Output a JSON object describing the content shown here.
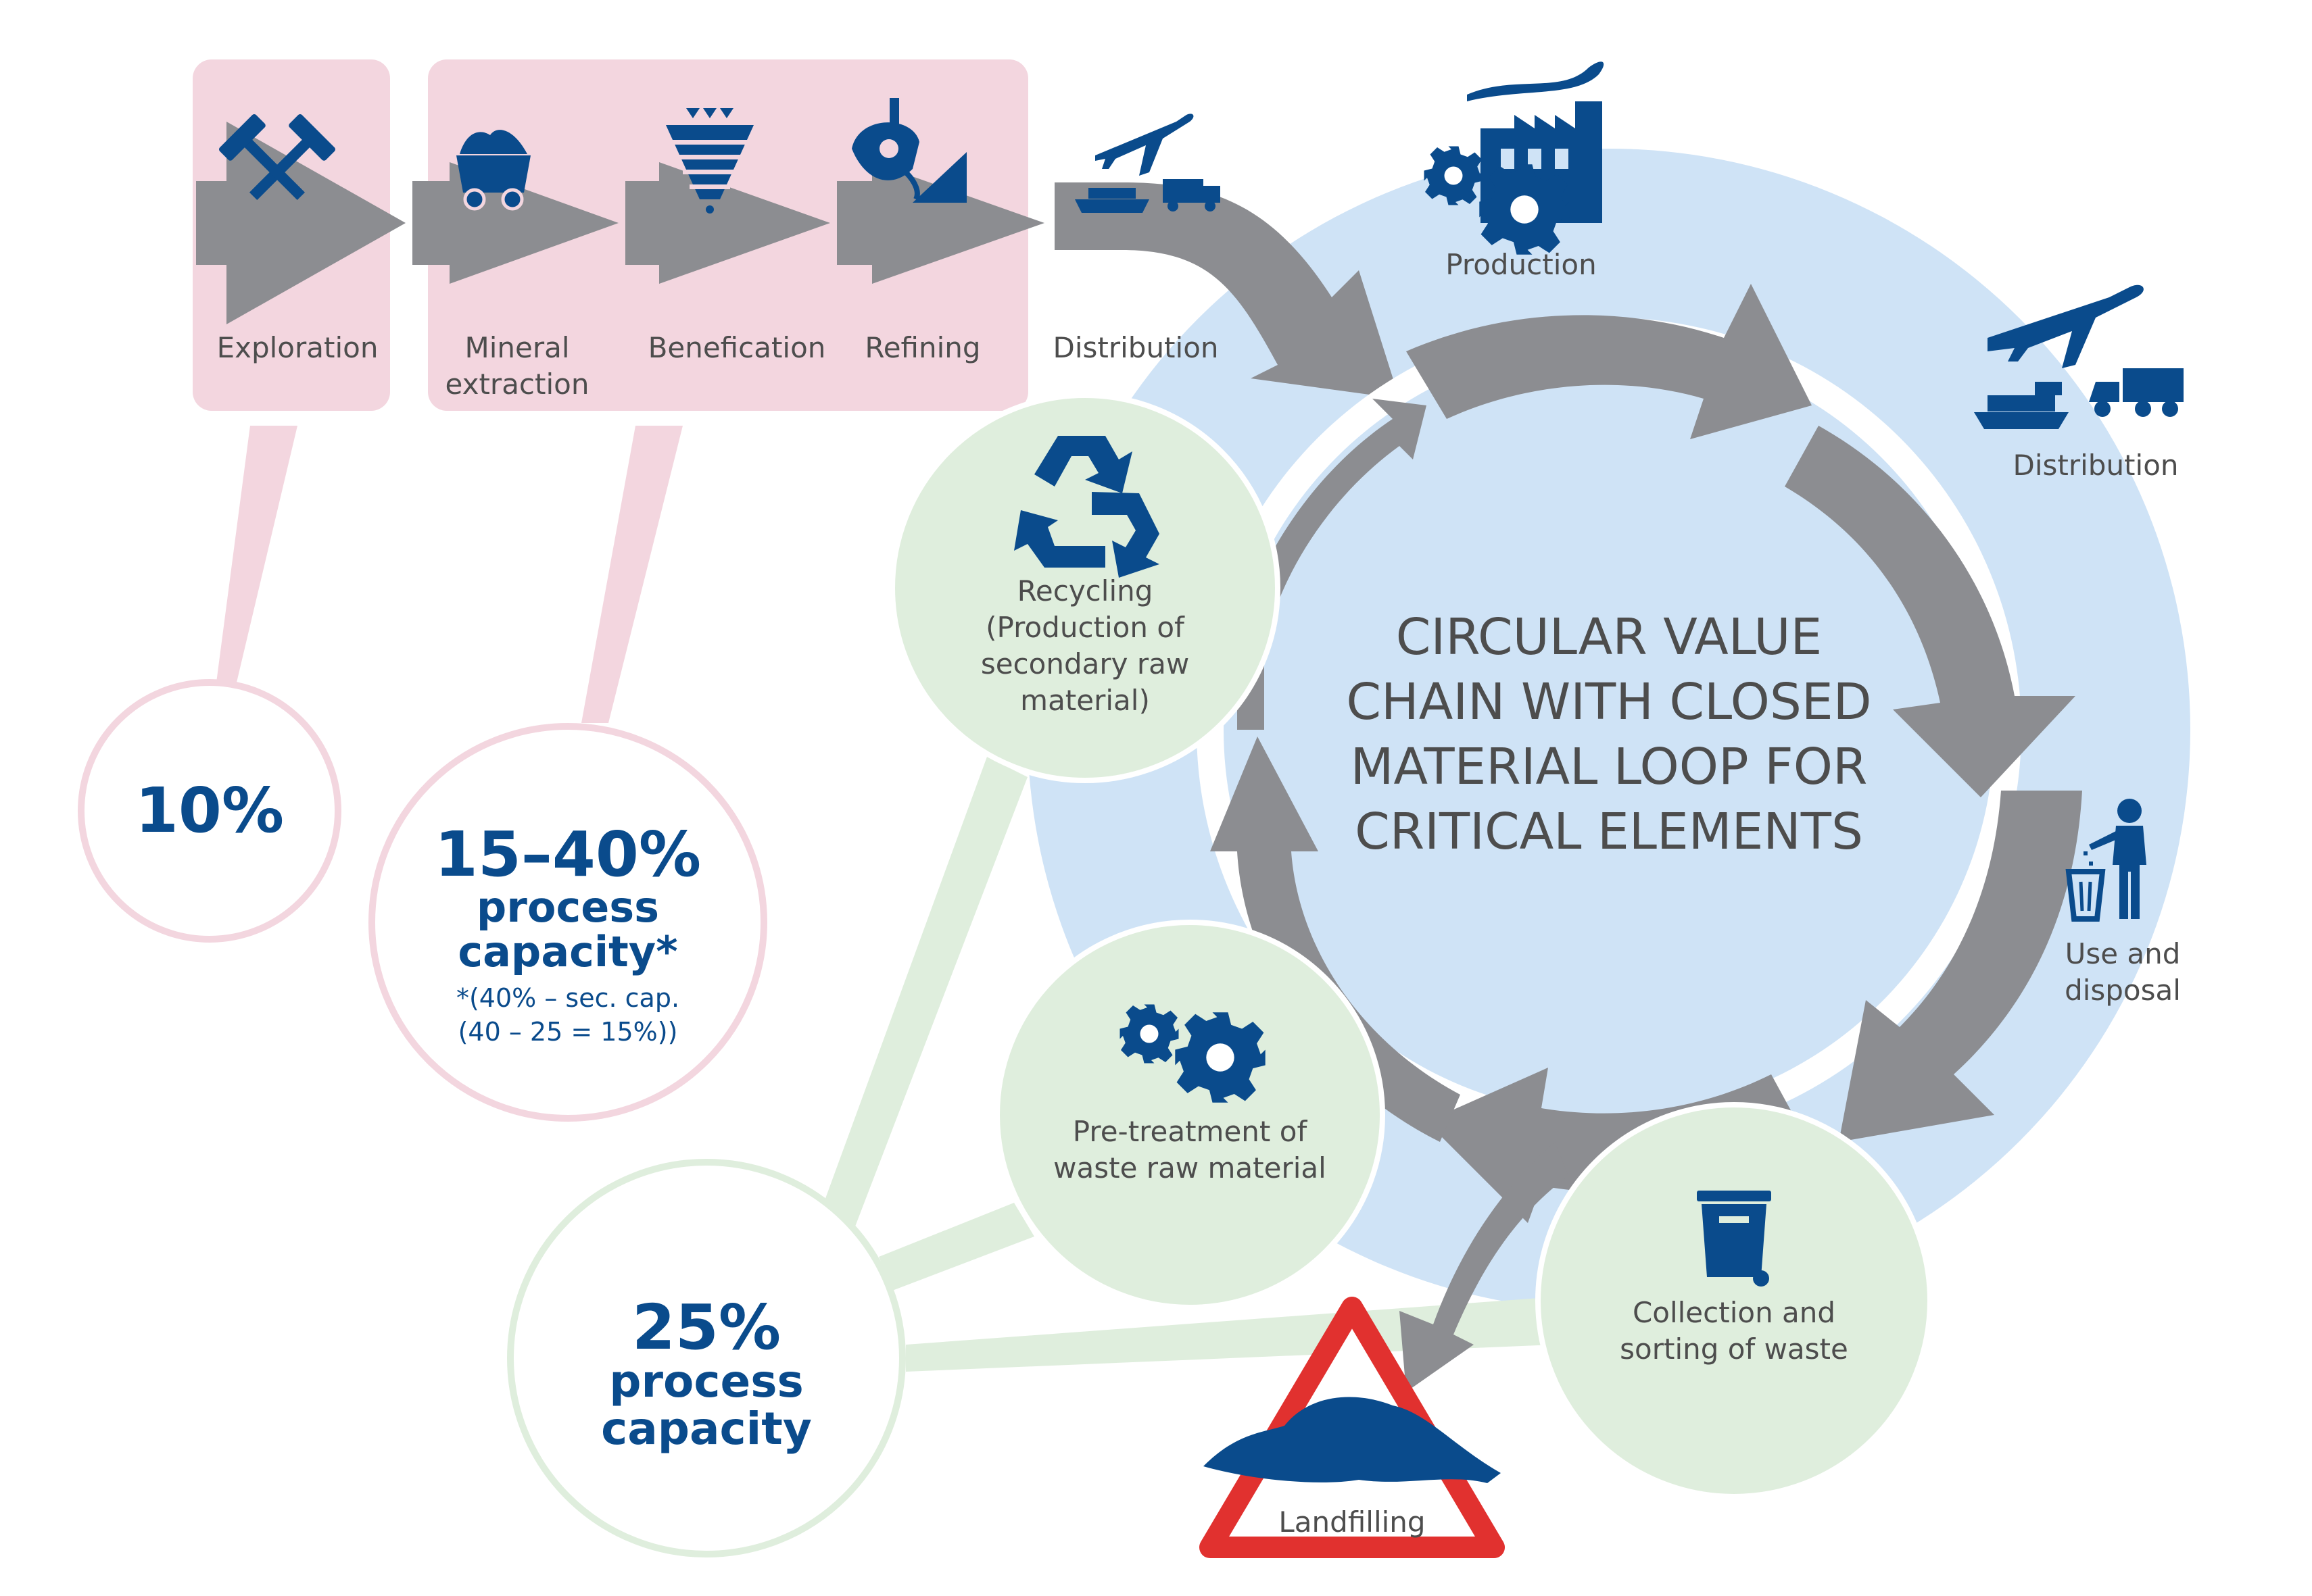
{
  "colors": {
    "pink_box": "#f3d6df",
    "pink_line": "#f3d6df",
    "green_circle": "#dfeedd",
    "blue_circle": "#cfe3f6",
    "arrow_gray": "#8c8d91",
    "icon_blue": "#0a4b8c",
    "warning_red": "#e1312f",
    "text_gray": "#4d4d4d"
  },
  "upstream_steps": [
    {
      "label": "Exploration",
      "icon": "hammers-icon"
    },
    {
      "label": "Mineral\nextraction",
      "icon": "mine-cart-icon"
    },
    {
      "label": "Benefication",
      "icon": "crusher-funnel-icon"
    },
    {
      "label": "Refining",
      "icon": "ladle-icon"
    },
    {
      "label": "Distribution",
      "icon": "transport-icon"
    }
  ],
  "loop_title": "CIRCULAR VALUE\nCHAIN WITH CLOSED\nMATERIAL LOOP FOR\nCRITICAL ELEMENTS",
  "loop_stages": {
    "production": "Production",
    "distribution": "Distribution",
    "use": "Use and\ndisposal",
    "recycling": "Recycling\n(Production of\nsecondary raw\nmaterial)",
    "pretreatment": "Pre-treatment of\nwaste raw material",
    "collection": "Collection and\nsorting of waste",
    "landfilling": "Landfilling"
  },
  "callouts": {
    "exploration_pct": "10%",
    "process_pct": "15–40%",
    "process_text": "process\ncapacity*",
    "process_note": "*(40% – sec. cap.\n(40 – 25 = 15%))",
    "secondary_pct": "25%",
    "secondary_text": "process\ncapacity"
  }
}
